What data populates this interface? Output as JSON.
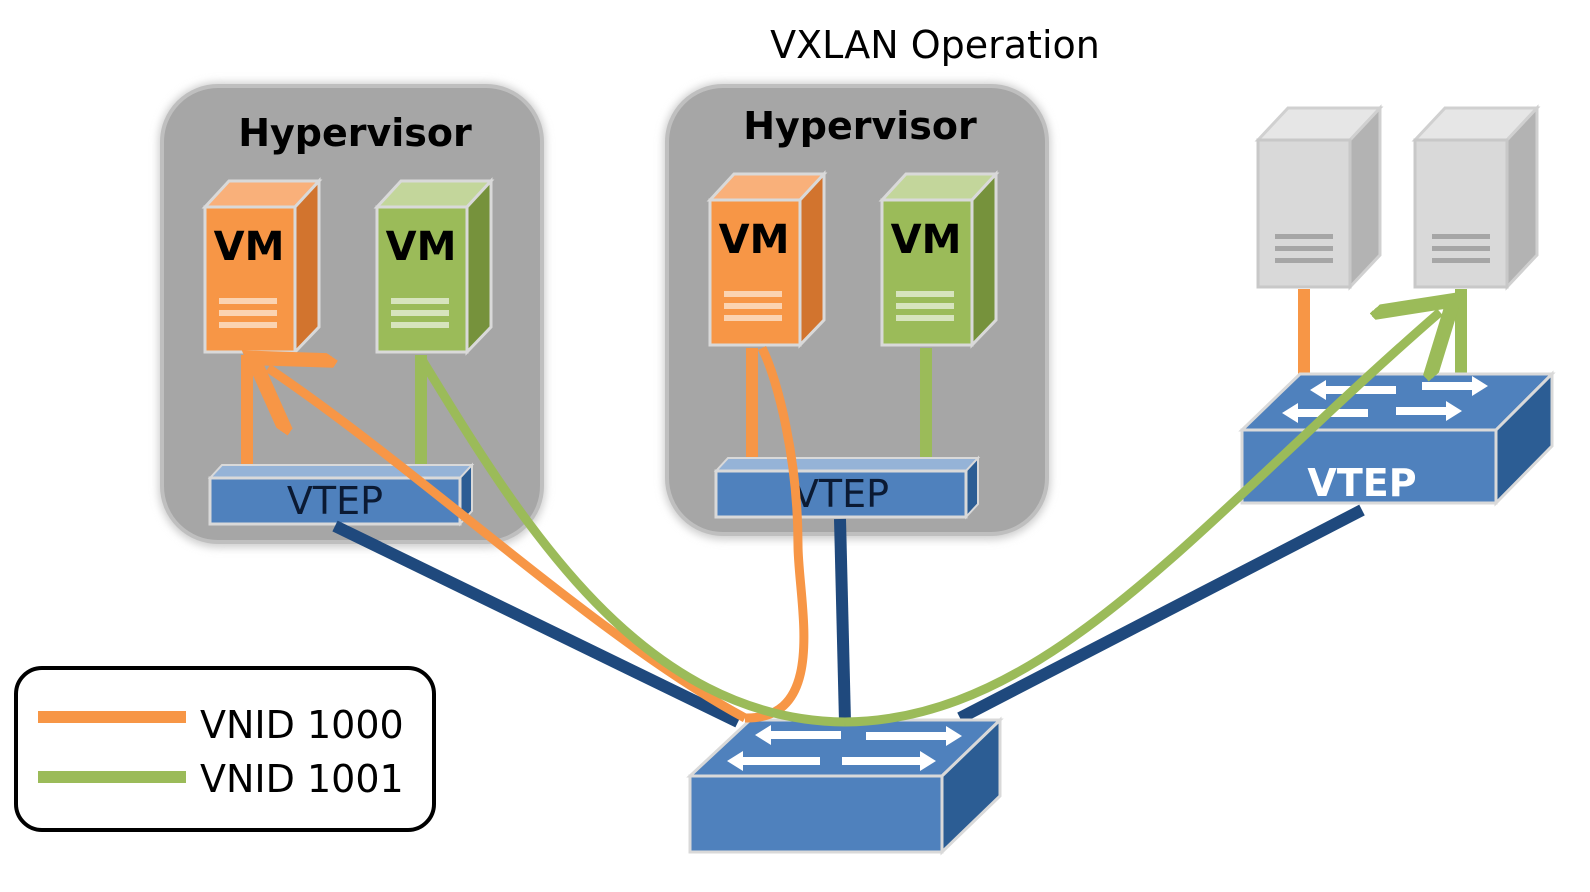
{
  "title": "VXLAN Operation",
  "hypervisors": [
    {
      "label": "Hypervisor",
      "vtep_label": "VTEP",
      "vms": [
        {
          "label": "VM",
          "vnid": "1000"
        },
        {
          "label": "VM",
          "vnid": "1001"
        }
      ]
    },
    {
      "label": "Hypervisor",
      "vtep_label": "VTEP",
      "vms": [
        {
          "label": "VM",
          "vnid": "1000"
        },
        {
          "label": "VM",
          "vnid": "1001"
        }
      ]
    }
  ],
  "hardware_vtep": {
    "label": "VTEP"
  },
  "legend": [
    {
      "label": "VNID 1000",
      "color": "#f79646"
    },
    {
      "label": "VNID 1001",
      "color": "#9bbb59"
    }
  ],
  "colors": {
    "vnid_1000": "#f79646",
    "vnid_1001": "#9bbb59",
    "underlay_link": "#1f497d",
    "switch_blue": "#4f81bd",
    "hypervisor_gray": "#a6a6a6"
  }
}
